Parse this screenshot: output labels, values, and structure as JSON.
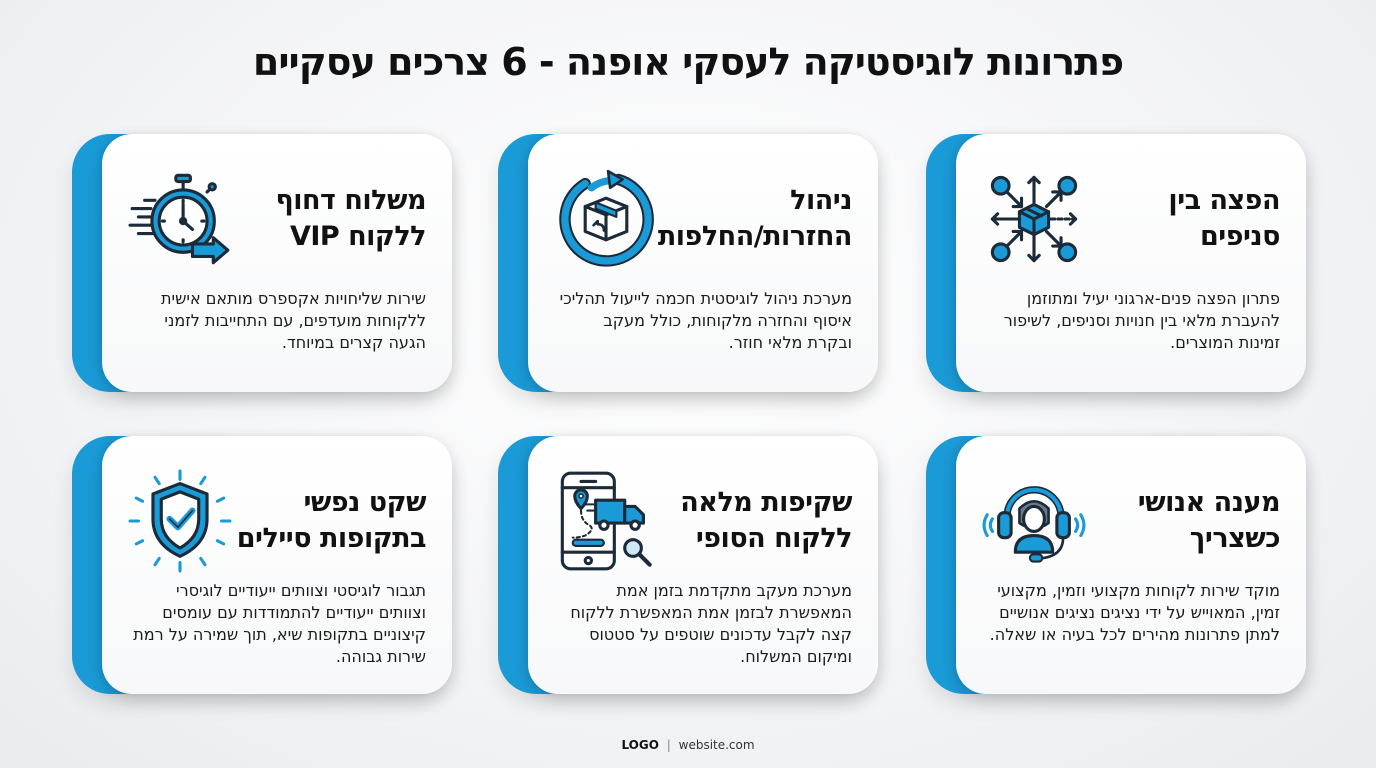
{
  "header": {
    "title": "פתרונות לוגיסטיקה לעסקי אופנה - 6 צרכים עסקיים"
  },
  "colors": {
    "accent": "#1a9ad6",
    "icon_stroke": "#1c2b3a",
    "card_bg": "#ffffff",
    "page_bg": "#f4f5f7"
  },
  "cards": [
    {
      "title_line1": "הפצה בין",
      "title_line2": "סניפים",
      "icon": "distribution-network-icon",
      "description": "פתרון הפצה פנים-ארגוני יעיל ומתוזמן להעברת מלאי בין חנויות וסניפים, לשיפור זמינות המוצרים."
    },
    {
      "title_line1": "ניהול",
      "title_line2": "החזרות/החלפות",
      "icon": "returns-cycle-box-icon",
      "description": "מערכת ניהול לוגיסטית חכמה לייעול תהליכי איסוף והחזרה מלקוחות, כולל מעקב ובקרת מלאי חוזר."
    },
    {
      "title_line1": "משלוח דחוף",
      "title_line2": "ללקוח VIP",
      "icon": "fast-stopwatch-icon",
      "description": "שירות שליחויות אקספרס מותאם אישית ללקוחות מועדפים, עם התחייבות לזמני הגעה קצרים במיוחד."
    },
    {
      "title_line1": "מענה אנושי",
      "title_line2": "כשצריך",
      "icon": "support-agent-headset-icon",
      "description": "מוקד שירות לקוחות מקצועי וזמין, מקצועי זמין, המאוייש על ידי נציגים נציגים אנושיים למתן פתרונות מהירים לכל בעיה או שאלה."
    },
    {
      "title_line1": "שקיפות מלאה",
      "title_line2": "ללקוח הסופי",
      "icon": "phone-tracking-truck-icon",
      "description": "מערכת מעקב מתקדמת בזמן אמת המאפשרת לבזמן אמת המאפשרת ללקוח קצה לקבל עדכונים שוטפים על סטטוס ומיקום המשלוח."
    },
    {
      "title_line1": "שקט נפשי",
      "title_line2": "בתקופות סיילים",
      "icon": "shield-check-icon",
      "description": "תגבור לוגיסטי וצוותים ייעודיים לוגיסרי וצוותים ייעודיים להתמודדות עם עומסים קיצוניים בתקופות שיא, תוך שמירה על רמת שירות גבוהה."
    }
  ],
  "footer": {
    "logo": "LOGO",
    "separator": "|",
    "website": "website.com"
  }
}
